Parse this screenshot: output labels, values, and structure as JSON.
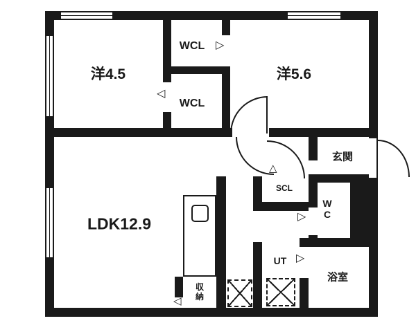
{
  "plan": {
    "rooms": {
      "bedroom_a": "洋4.5",
      "bedroom_b": "洋5.6",
      "wcl_upper": "WCL",
      "wcl_lower": "WCL",
      "ldk": "LDK12.9",
      "entrance": "玄関",
      "shoe_closet": "SCL",
      "toilet": "WC",
      "utility": "UT",
      "bath": "浴室",
      "storage": "収納"
    },
    "icons": {
      "door_swing_right": "▷",
      "door_swing_left": "◁",
      "door_swing_up": "△"
    },
    "colors": {
      "wall": "#1a1a1a",
      "floor": "#ffffff"
    }
  }
}
